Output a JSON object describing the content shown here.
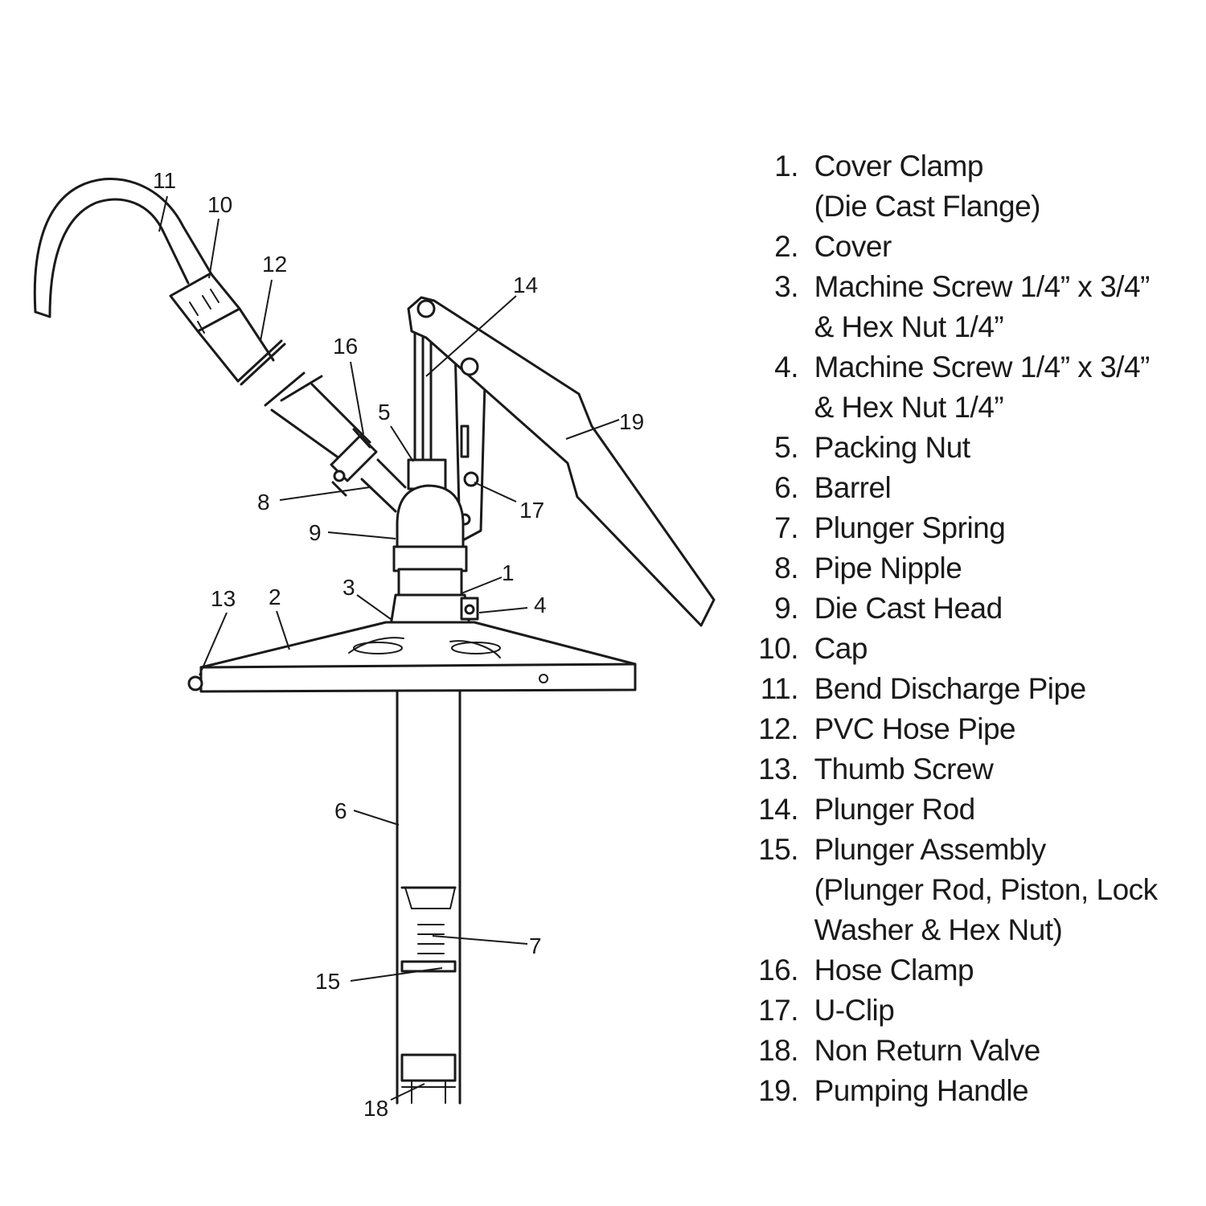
{
  "callouts": [
    "1",
    "2",
    "3",
    "4",
    "5",
    "6",
    "7",
    "8",
    "9",
    "10",
    "11",
    "12",
    "13",
    "14",
    "15",
    "16",
    "17",
    "18",
    "19"
  ],
  "parts": [
    {
      "num": "1.",
      "name": "Cover Clamp",
      "detail": "(Die Cast Flange)"
    },
    {
      "num": "2.",
      "name": "Cover"
    },
    {
      "num": "3.",
      "name": "Machine Screw 1/4” x 3/4”",
      "detail": "& Hex Nut 1/4”"
    },
    {
      "num": "4.",
      "name": "Machine Screw 1/4” x 3/4”",
      "detail": "& Hex Nut 1/4”"
    },
    {
      "num": "5.",
      "name": "Packing Nut"
    },
    {
      "num": "6.",
      "name": "Barrel"
    },
    {
      "num": "7.",
      "name": "Plunger Spring"
    },
    {
      "num": "8.",
      "name": "Pipe Nipple"
    },
    {
      "num": "9.",
      "name": "Die Cast Head"
    },
    {
      "num": "10.",
      "name": "Cap"
    },
    {
      "num": "11.",
      "name": "Bend Discharge Pipe"
    },
    {
      "num": "12.",
      "name": "PVC Hose Pipe"
    },
    {
      "num": "13.",
      "name": "Thumb Screw"
    },
    {
      "num": "14.",
      "name": "Plunger Rod"
    },
    {
      "num": "15.",
      "name": "Plunger Assembly",
      "detail": "(Plunger Rod, Piston, Lock",
      "detail2": "Washer & Hex Nut)"
    },
    {
      "num": "16.",
      "name": "Hose Clamp"
    },
    {
      "num": "17.",
      "name": "U-Clip"
    },
    {
      "num": "18.",
      "name": "Non Return Valve"
    },
    {
      "num": "19.",
      "name": "Pumping Handle"
    }
  ]
}
